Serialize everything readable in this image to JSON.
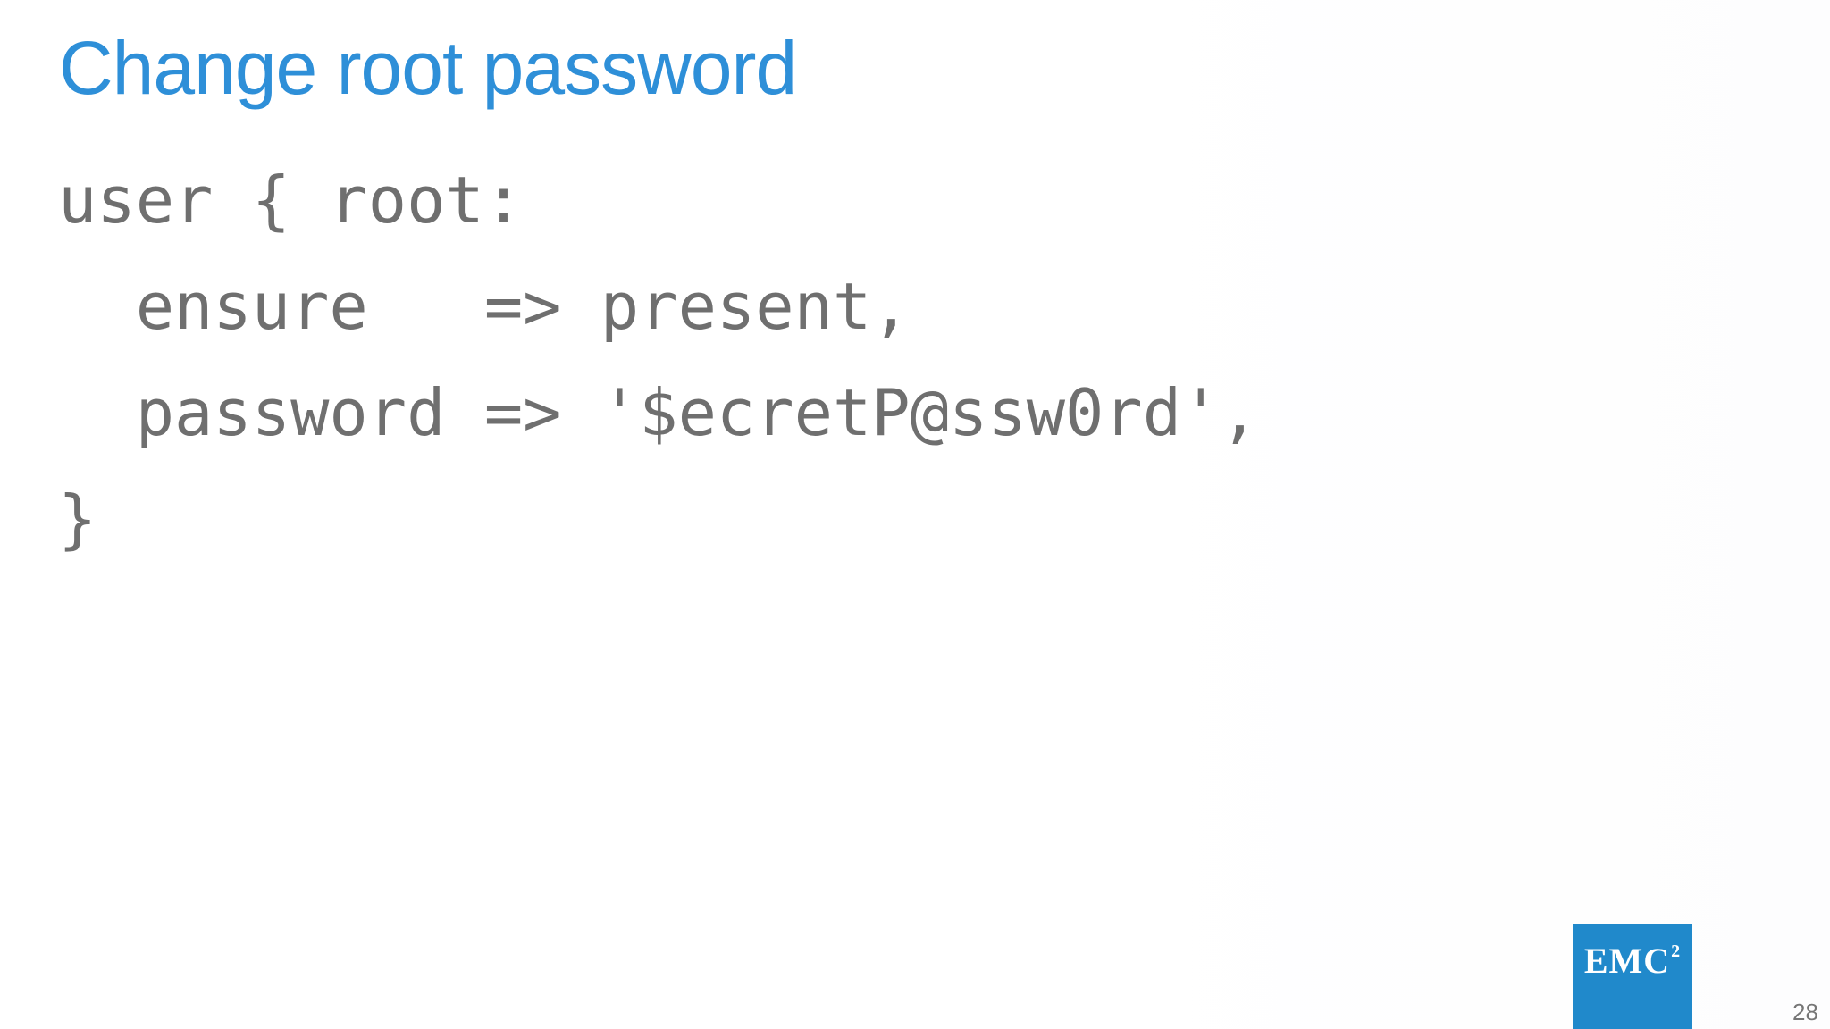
{
  "slide": {
    "title": "Change root password",
    "title_color": "#2e8fd8",
    "code_color": "#6f6f6f",
    "code_lines": [
      "user { root:",
      "  ensure   => present,",
      "  password => '$ecretP@ssw0rd',",
      "}"
    ],
    "logo": {
      "text": "EMC",
      "superscript": "2",
      "bg_color": "#2089cb",
      "text_color": "#ffffff"
    },
    "page_number": "28"
  }
}
